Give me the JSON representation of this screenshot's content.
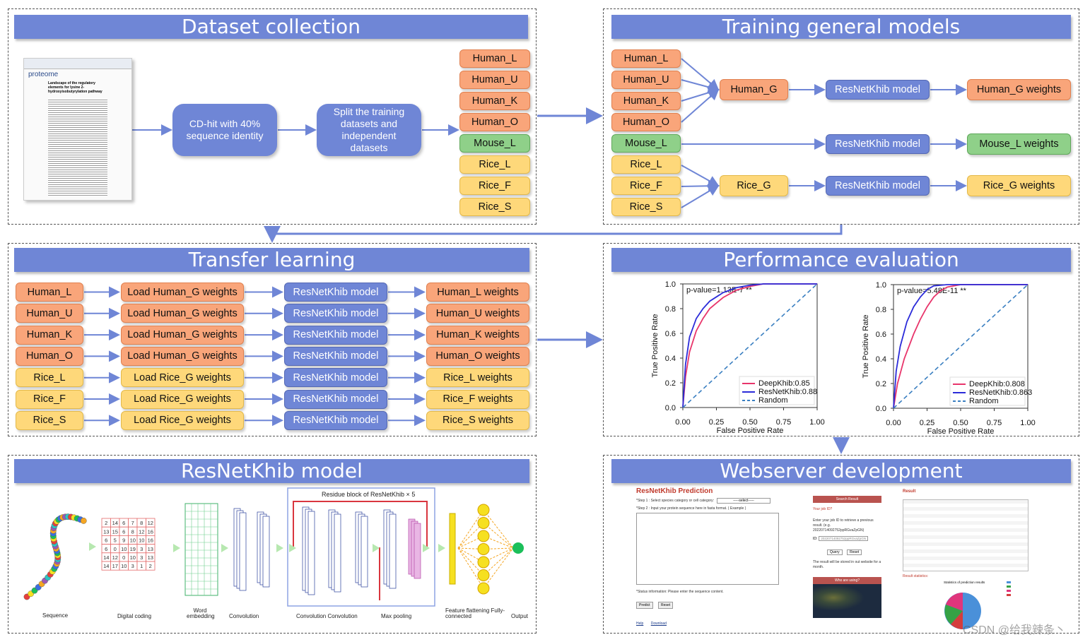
{
  "sections": {
    "dataset": "Dataset collection",
    "training": "Training general models",
    "transfer": "Transfer learning",
    "performance": "Performance evaluation",
    "model": "ResNetKhib model",
    "webserver": "Webserver development"
  },
  "dataset_collection": {
    "step1": "CD-hit with 40% sequence identity",
    "step2": "Split the training datasets and independent datasets",
    "datasets": [
      "Human_L",
      "Human_U",
      "Human_K",
      "Human_O",
      "Mouse_L",
      "Rice_L",
      "Rice_F",
      "Rice_S"
    ],
    "paper_snippet": {
      "journal": "proteome",
      "title": "Landscape of the regulatory elements for lysine 2-hydroxyisobutyrylation pathway"
    }
  },
  "training": {
    "inputs": [
      "Human_L",
      "Human_U",
      "Human_K",
      "Human_O",
      "Mouse_L",
      "Rice_L",
      "Rice_F",
      "Rice_S"
    ],
    "general": [
      "Human_G",
      "Rice_G"
    ],
    "model": "ResNetKhib model",
    "weights": [
      "Human_G weights",
      "Mouse_L weights",
      "Rice_G weights"
    ]
  },
  "transfer": {
    "inputs": [
      "Human_L",
      "Human_U",
      "Human_K",
      "Human_O",
      "Rice_L",
      "Rice_F",
      "Rice_S"
    ],
    "loads": [
      "Load Human_G weights",
      "Load Human_G weights",
      "Load Human_G weights",
      "Load Human_G weights",
      "Load Rice_G weights",
      "Load Rice_G weights",
      "Load Rice_G weights"
    ],
    "model": "ResNetKhib model",
    "outputs": [
      "Human_L weights",
      "Human_U weights",
      "Human_K weights",
      "Human_O weights",
      "Rice_L weights",
      "Rice_F weights",
      "Rice_S weights"
    ]
  },
  "chart_data": [
    {
      "type": "line",
      "title": "",
      "xlabel": "False Positive Rate",
      "ylabel": "True Positive Rate",
      "xlim": [
        0,
        1
      ],
      "ylim": [
        0,
        1
      ],
      "xticks": [
        "0.00",
        "0.25",
        "0.50",
        "0.75",
        "1.00"
      ],
      "yticks": [
        "0.0",
        "0.2",
        "0.4",
        "0.6",
        "0.8",
        "1.0"
      ],
      "annotation": "p-value=1.13E-7 **",
      "legend_position": "bottom-right",
      "series": [
        {
          "name": "DeepKhib:0.85",
          "color": "#e8356b",
          "x": [
            0,
            0.02,
            0.05,
            0.1,
            0.15,
            0.2,
            0.3,
            0.4,
            0.5,
            0.6,
            0.8,
            1.0
          ],
          "y": [
            0,
            0.25,
            0.45,
            0.62,
            0.72,
            0.8,
            0.89,
            0.95,
            0.98,
            1.0,
            1.0,
            1.0
          ]
        },
        {
          "name": "ResNetKhib:0.88",
          "color": "#2b2bd9",
          "x": [
            0,
            0.02,
            0.05,
            0.1,
            0.15,
            0.2,
            0.3,
            0.4,
            0.5,
            0.6,
            0.8,
            1.0
          ],
          "y": [
            0,
            0.35,
            0.57,
            0.72,
            0.8,
            0.86,
            0.93,
            0.97,
            0.99,
            1.0,
            1.0,
            1.0
          ]
        },
        {
          "name": "Random",
          "color": "#3a7fc1",
          "dashed": true,
          "x": [
            0,
            1
          ],
          "y": [
            0,
            1
          ]
        }
      ]
    },
    {
      "type": "line",
      "title": "",
      "xlabel": "False Positive Rate",
      "ylabel": "True Positive Rate",
      "xlim": [
        0,
        1
      ],
      "ylim": [
        0,
        1
      ],
      "xticks": [
        "0.00",
        "0.25",
        "0.50",
        "0.75",
        "1.00"
      ],
      "yticks": [
        "0.0",
        "0.2",
        "0.4",
        "0.6",
        "0.8",
        "1.0"
      ],
      "annotation": "p-value=5.48E-11 **",
      "legend_position": "bottom-right",
      "series": [
        {
          "name": "DeepKhib:0.808",
          "color": "#e8356b",
          "x": [
            0,
            0.03,
            0.08,
            0.15,
            0.2,
            0.25,
            0.3,
            0.35,
            0.4,
            0.5,
            0.6,
            1.0
          ],
          "y": [
            0,
            0.2,
            0.4,
            0.6,
            0.72,
            0.82,
            0.9,
            0.95,
            0.98,
            1.0,
            1.0,
            1.0
          ]
        },
        {
          "name": "ResNetKhib:0.863",
          "color": "#2b2bd9",
          "x": [
            0,
            0.02,
            0.05,
            0.1,
            0.15,
            0.2,
            0.25,
            0.3,
            0.4,
            0.5,
            1.0
          ],
          "y": [
            0,
            0.3,
            0.5,
            0.7,
            0.82,
            0.9,
            0.96,
            0.99,
            1.0,
            1.0,
            1.0
          ]
        },
        {
          "name": "Random",
          "color": "#3a7fc1",
          "dashed": true,
          "x": [
            0,
            1
          ],
          "y": [
            0,
            1
          ]
        }
      ]
    }
  ],
  "model_pipeline": {
    "residue_block": "Residue block of ResNetKhib × 5",
    "stages": [
      "Sequence",
      "Digital coding",
      "Word embedding",
      "Convolution",
      "Convolution Convolution",
      "Max pooling",
      "Feature flattening Fully-connected",
      "Output"
    ],
    "matrix_values": [
      "2",
      "14",
      "6",
      "7",
      "8",
      "12",
      "13",
      "15",
      "6",
      "8",
      "12",
      "16",
      "6",
      "5",
      "9",
      "10",
      "10",
      "16",
      "6",
      "0",
      "10",
      "19",
      "3",
      "13",
      "14",
      "12",
      "0",
      "10",
      "3",
      "13",
      "14",
      "17",
      "10",
      "3",
      "1",
      "2"
    ]
  },
  "webserver": {
    "title": "ResNetKhib Prediction",
    "step1": "*Step 1 : Select species category or cell category:",
    "select": "-----select-----",
    "step2": "*Step 2 : Input your protein sequence here in fasta format. ( Example )",
    "status": "*Status information: Please enter the sequence content.",
    "predict": "Predict",
    "reset": "Reset",
    "help": "Help",
    "download": "Download",
    "search_result": "Search Result",
    "job_q": "Your job ID?",
    "job_text": "Enter your job ID to retrieve a previous result. (e.g. 20220714092752ppRGvaZpGN)",
    "job_id_label": "ID:",
    "job_id_value": "20220714092752ppRGvaZpGN",
    "query": "Query",
    "reset2": "Reset",
    "stored": "The result will be stored in out website for a month.",
    "who": "Who are using?",
    "result": "Result",
    "result_stats": "Result statistics:",
    "stats_title": "Statistics of prediction results",
    "watermark": "CSDN @给我辣条丶"
  }
}
